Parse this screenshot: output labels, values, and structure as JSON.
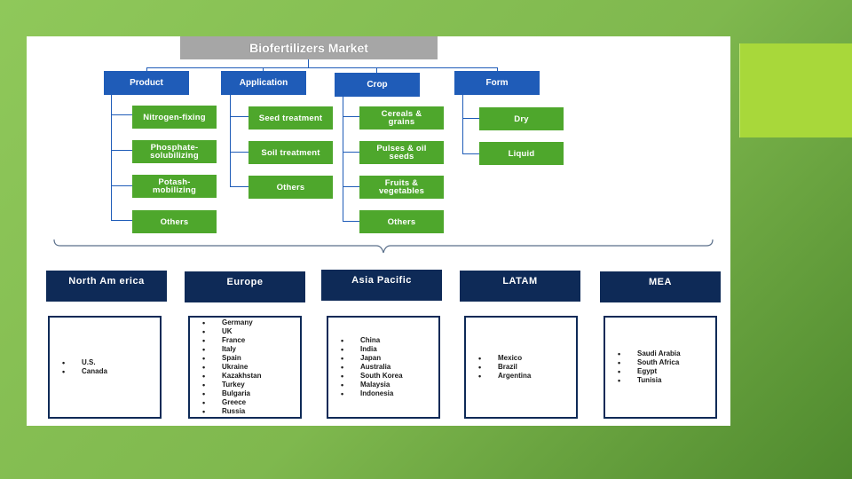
{
  "title": "Biofertilizers Market",
  "categories": [
    {
      "label": "Product",
      "items": [
        "Nitrogen-fixing",
        "Phosphate-\nsolubilizing",
        "Potash-\nmobilizing",
        "Others"
      ]
    },
    {
      "label": "Application",
      "items": [
        "Seed treatment",
        "Soil treatment",
        "Others"
      ]
    },
    {
      "label": "Crop",
      "items": [
        "Cereals &\ngrains",
        "Pulses & oil\nseeds",
        "Fruits &\nvegetables",
        "Others"
      ]
    },
    {
      "label": "Form",
      "items": [
        "Dry",
        "Liquid"
      ]
    }
  ],
  "regions": [
    {
      "label": "North Am erica",
      "countries": [
        "U.S.",
        "Canada"
      ]
    },
    {
      "label": "Europe",
      "countries": [
        "Germany",
        "UK",
        "France",
        "Italy",
        "Spain",
        "Ukraine",
        "Kazakhstan",
        "Turkey",
        "Bulgaria",
        "Greece",
        "Russia"
      ]
    },
    {
      "label": "Asia Pacific",
      "countries": [
        "China",
        "India",
        "Japan",
        "Australia",
        "South Korea",
        "Malaysia",
        "Indonesia"
      ]
    },
    {
      "label": "LATAM",
      "countries": [
        "Mexico",
        "Brazil",
        "Argentina"
      ]
    },
    {
      "label": "MEA",
      "countries": [
        "Saudi Arabia",
        "South Africa",
        "Egypt",
        "Tunisia"
      ]
    }
  ],
  "colors": {
    "category": "#1f5cb8",
    "item": "#4ea72c",
    "region": "#0e2a57",
    "title": "#a6a6a6",
    "background": "#7fb84e",
    "accent": "#a8d83a"
  }
}
